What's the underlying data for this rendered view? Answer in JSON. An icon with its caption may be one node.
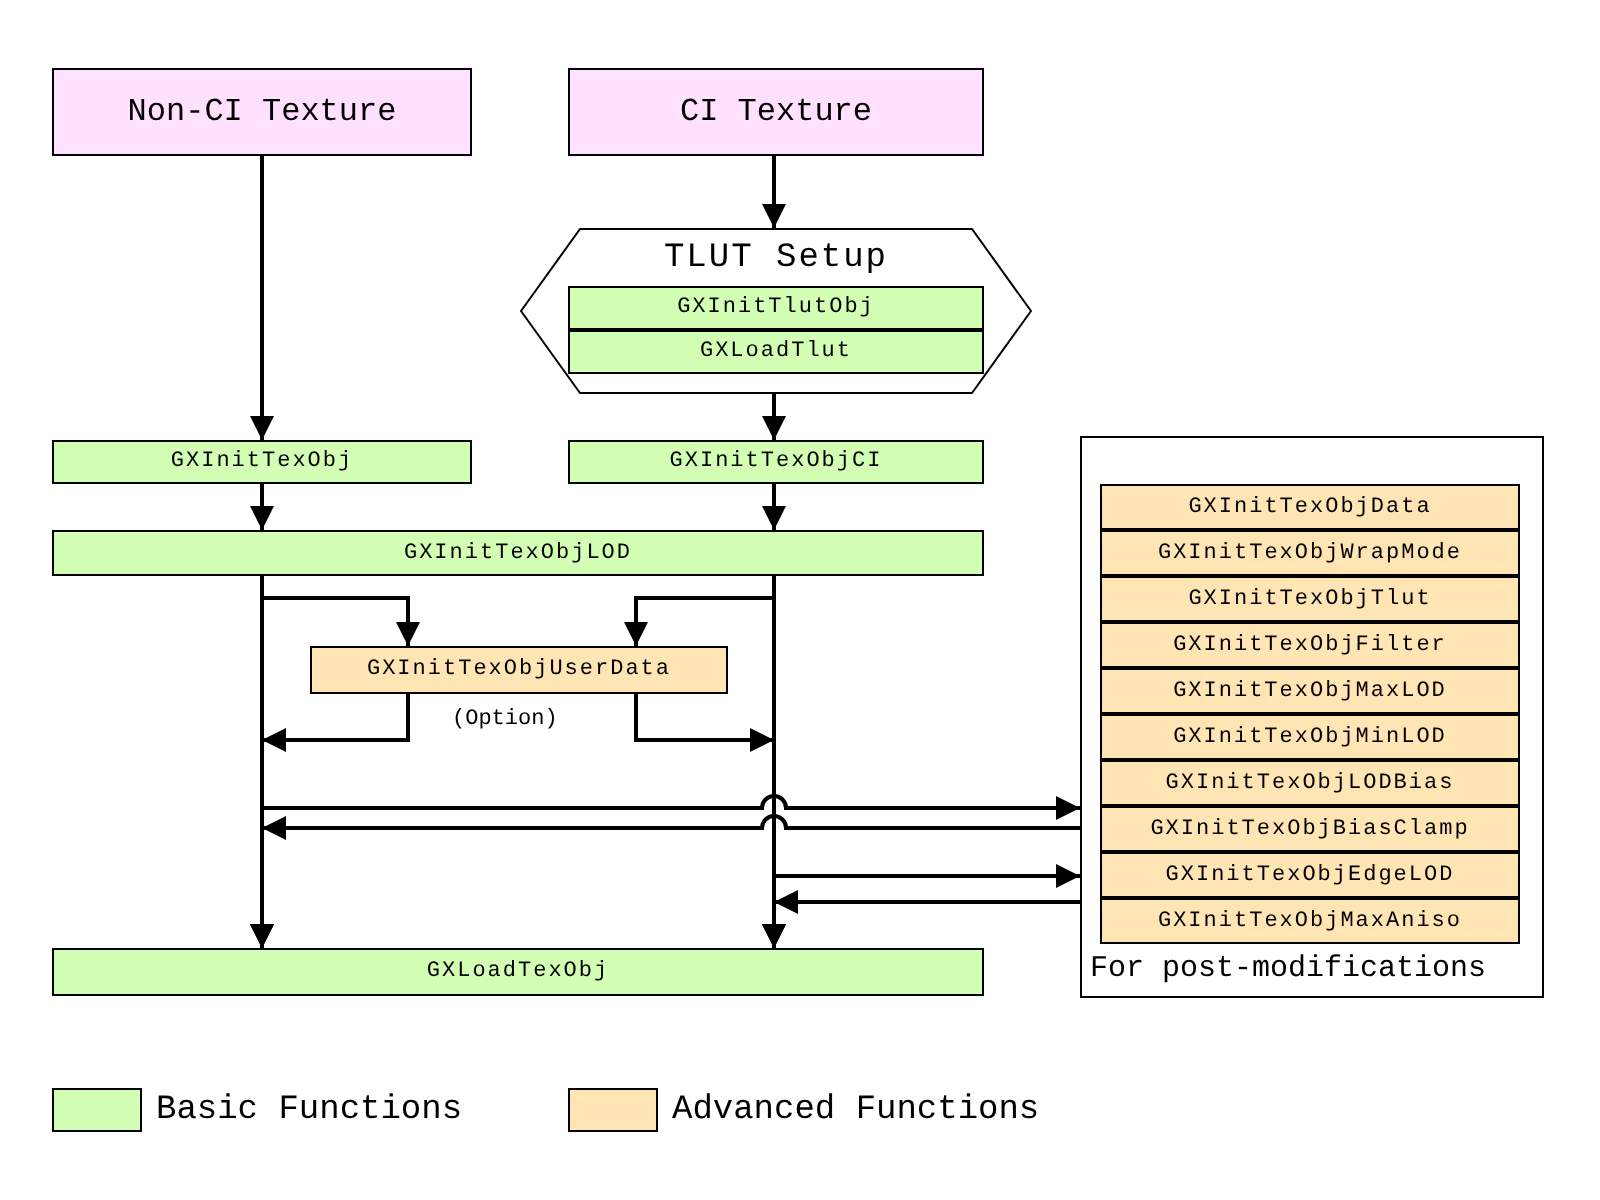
{
  "diagram": {
    "nodes": [
      {
        "text": [
          "Non-CI Texture"
        ]
      },
      {
        "text": [
          "CI Texture"
        ]
      },
      {
        "text": [
          "TLUT Setup"
        ]
      },
      {
        "text": [
          "GXInitTlutObj"
        ],
        "in": 2
      },
      {
        "text": [
          "GXLoadTlut"
        ],
        "in": 2
      },
      {
        "text": [
          "GXInitTexObj"
        ]
      },
      {
        "text": [
          "GXInitTexObjCI"
        ]
      },
      {
        "text": [
          "GXInitTexObjLOD"
        ]
      },
      {
        "text": [
          "GXInitTexObjUserData"
        ],
        "beside": [
          "(Option)"
        ]
      },
      {
        "text": [
          "For post-modifications"
        ]
      },
      {
        "text": [
          "GXInitTexObjData"
        ],
        "in": 9
      },
      {
        "text": [
          "GXInitTexObjWrapMode"
        ],
        "in": 9
      },
      {
        "text": [
          "GXInitTexObjTlut"
        ],
        "in": 9
      },
      {
        "text": [
          "GXInitTexObjFilter"
        ],
        "in": 9
      },
      {
        "text": [
          "GXInitTexObjMaxLOD"
        ],
        "in": 9
      },
      {
        "text": [
          "GXInitTexObjMinLOD"
        ],
        "in": 9
      },
      {
        "text": [
          "GXInitTexObjLODBias"
        ],
        "in": 9
      },
      {
        "text": [
          "GXInitTexObjBiasClamp"
        ],
        "in": 9
      },
      {
        "text": [
          "GXInitTexObjEdgeLOD"
        ],
        "in": 9
      },
      {
        "text": [
          "GXInitTexObjMaxAniso"
        ],
        "in": 9
      },
      {
        "text": [
          "GXLoadTexObj"
        ]
      }
    ],
    "edges": [
      {
        "from": 0,
        "to": 5,
        "arrow": "to"
      },
      {
        "from": 1,
        "to": 2,
        "arrow": "to"
      },
      {
        "from": 2,
        "to": 6,
        "arrow": "to"
      },
      {
        "from": 5,
        "to": 7,
        "arrow": "to"
      },
      {
        "from": 6,
        "to": 7,
        "arrow": "to"
      },
      {
        "from": 7,
        "to": 20,
        "arrow": "to"
      },
      {
        "from": 7,
        "to": 20,
        "arrow": "to"
      },
      {
        "from": 7,
        "to": 8,
        "arrow": "to"
      },
      {
        "from": 7,
        "to": 8,
        "arrow": "to"
      },
      {
        "from": 8,
        "to": 20,
        "arrow": "to"
      },
      {
        "from": 8,
        "to": 20,
        "arrow": "to"
      },
      {
        "from": 7,
        "to": 9,
        "arrow": "to"
      },
      {
        "from": 9,
        "to": 20,
        "arrow": "to"
      },
      {
        "from": 7,
        "to": 9,
        "arrow": "to"
      },
      {
        "from": 9,
        "to": 20,
        "arrow": "to"
      }
    ],
    "legend": [
      {
        "text": "Basic Functions",
        "color": "#d2ffb4"
      },
      {
        "text": "Advanced Functions",
        "color": "#ffe4b4"
      }
    ]
  }
}
